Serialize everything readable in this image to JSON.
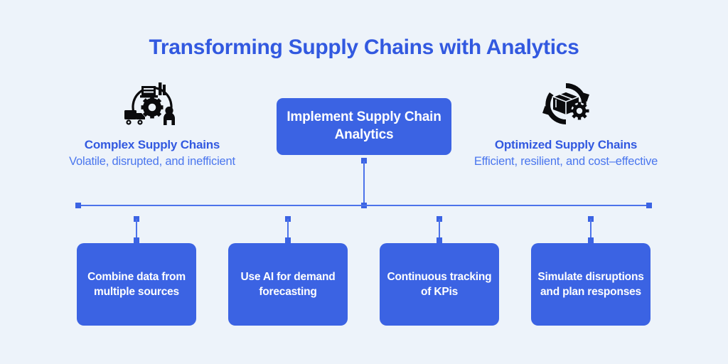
{
  "page": {
    "title": "Transforming Supply Chains with Analytics",
    "background_color": "#edf3fa",
    "accent_color": "#3b63e3",
    "heading_color": "#3259e0",
    "subtext_color": "#4a76ee",
    "box_text_color": "#ffffff"
  },
  "left_state": {
    "icon": "supply-chain-cycle-icon",
    "heading": "Complex Supply Chains",
    "subtitle": "Volatile, disrupted, and inefficient"
  },
  "right_state": {
    "icon": "optimized-package-cycle-icon",
    "heading": "Optimized Supply Chains",
    "subtitle": "Efficient, resilient, and cost–effective"
  },
  "center_action": {
    "label": "Implement Supply Chain Analytics"
  },
  "steps": [
    {
      "label": "Combine data from multiple sources"
    },
    {
      "label": "Use AI for demand forecasting"
    },
    {
      "label": "Continuous tracking of KPis"
    },
    {
      "label": "Simulate disruptions and plan responses"
    }
  ]
}
